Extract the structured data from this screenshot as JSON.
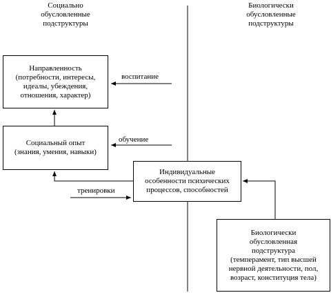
{
  "headers": {
    "social": "Социально\nобусловленные\nподструктуры",
    "biological": "Биологически\nобусловленные\nподструктуры"
  },
  "boxes": {
    "orientation": {
      "title": "Направленность",
      "detail": "(потребности, интересы,\nидеалы, убеждения,\nотношения, характер)"
    },
    "experience": {
      "title": "Социальный опыт",
      "detail": "(знания, умения, навыки)"
    },
    "individual": {
      "title": "Индивидуальные\nособенности психических\nпроцессов, способностей"
    },
    "biological": {
      "title": "Биологически\nобусловленная\nподструктура",
      "detail": "(темперамент, тип высшей\nнервной деятельности, пол,\nвозраст, конституция тела)"
    }
  },
  "arrows": {
    "upbringing": "воспитание",
    "learning": "обучение",
    "training": "тренировки"
  }
}
